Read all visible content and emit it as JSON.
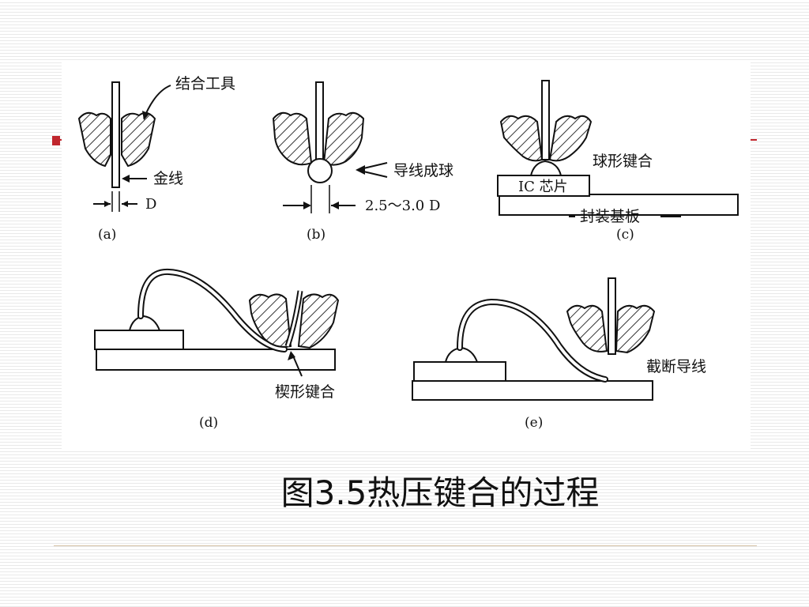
{
  "caption": "图3.5热压键合的过程",
  "panels": {
    "a": {
      "label": "(a)",
      "callouts": {
        "tool": "结合工具",
        "wire": "金线",
        "diameter": "D"
      }
    },
    "b": {
      "label": "(b)",
      "callouts": {
        "ball": "导线成球",
        "dimension": "2.5～3.0 D"
      }
    },
    "c": {
      "label": "(c)",
      "callouts": {
        "ball_bond": "球形键合",
        "chip": "IC 芯片",
        "substrate": "封装基板"
      }
    },
    "d": {
      "label": "(d)",
      "callouts": {
        "wedge_bond": "楔形键合"
      }
    },
    "e": {
      "label": "(e)",
      "callouts": {
        "cut_wire": "截断导线"
      }
    }
  },
  "colors": {
    "accent": "#c0262d",
    "ink": "#111111",
    "hatch": "#333333",
    "footer_line": "#d7c4a8"
  }
}
